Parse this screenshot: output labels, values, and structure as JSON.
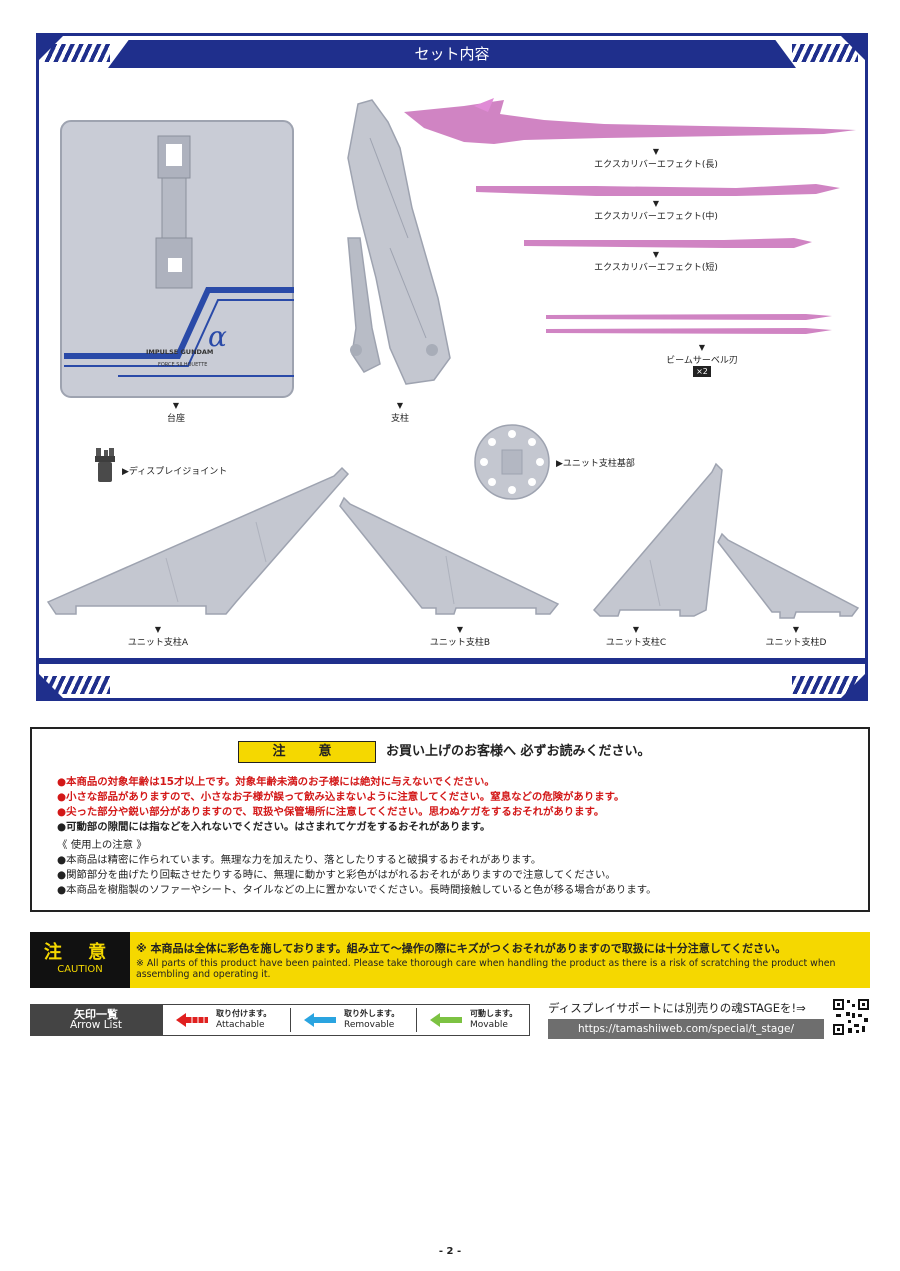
{
  "section": {
    "title": "セット内容"
  },
  "parts": {
    "base_label": "台座",
    "base_print": {
      "line1": "IMPULSE GUNDAM",
      "line2": "FORCE SILHOUETTE"
    },
    "pillar_label": "支柱",
    "effect_long": "エクスカリバーエフェクト(長)",
    "effect_mid": "エクスカリバーエフェクト(中)",
    "effect_short": "エクスカリバーエフェクト(短)",
    "beam_saber": "ビームサーベル刃",
    "beam_count": "×2",
    "display_joint": "▶ディスプレイジョイント",
    "unit_base": "▶ユニット支柱基部",
    "unit_a": "ユニット支柱A",
    "unit_b": "ユニット支柱B",
    "unit_c": "ユニット支柱C",
    "unit_d": "ユニット支柱D"
  },
  "caution": {
    "tag": "注　意",
    "heading": "お買い上げのお客様へ 必ずお読みください。",
    "red_lines": [
      "●本商品の対象年齢は15才以上です。対象年齢未満のお子様には絶対に与えないでください。",
      "●小さな部品がありますので、小さなお子様が誤って飲み込まないように注意してください。窒息などの危険があります。",
      "●尖った部分や鋭い部分がありますので、取扱や保管場所に注意してください。思わぬケガをするおそれがあります。"
    ],
    "black_line": "●可動部の隙間には指などを入れないでください。はさまれてケガをするおそれがあります。",
    "usage_heading": "《 使用上の注意 》",
    "usage_lines": [
      "●本商品は精密に作られています。無理な力を加えたり、落としたりすると破損するおそれがあります。",
      "●関節部分を曲げたり回転させたりする時に、無理に動かすと彩色がはがれるおそれがありますので注意してください。",
      "●本商品を樹脂製のソファーやシート、タイルなどの上に置かないでください。長時間接触していると色が移る場合があります。"
    ]
  },
  "paint": {
    "label_jp": "注 意",
    "label_en": "CAUTION",
    "jp": "※ 本商品は全体に彩色を施しております。組み立て～操作の際にキズがつくおそれがありますので取扱には十分注意してください。",
    "en": "※ All parts of this product have been painted. Please take thorough care when handling the product as there is a risk of scratching the product when assembling and operating it."
  },
  "arrows": {
    "title_jp": "矢印一覧",
    "title_en": "Arrow List",
    "items": [
      {
        "jp": "取り付けます。",
        "en": "Attachable",
        "color": "#e0201f"
      },
      {
        "jp": "取り外します。",
        "en": "Removable",
        "color": "#2aa4e0"
      },
      {
        "jp": "可動します。",
        "en": "Movable",
        "color": "#7cc242"
      }
    ]
  },
  "stage": {
    "text": "ディスプレイサポートには別売りの魂STAGEを!⇒",
    "url": "https://tamashiiweb.com/special/t_stage/"
  },
  "page_number": "- 2 -",
  "colors": {
    "frame_blue": "#1f2f8c",
    "caution_yellow": "#f5d800",
    "caution_red": "#d31818",
    "part_gray": "#c4c7d0",
    "effect_pink": "#c86fb8"
  }
}
